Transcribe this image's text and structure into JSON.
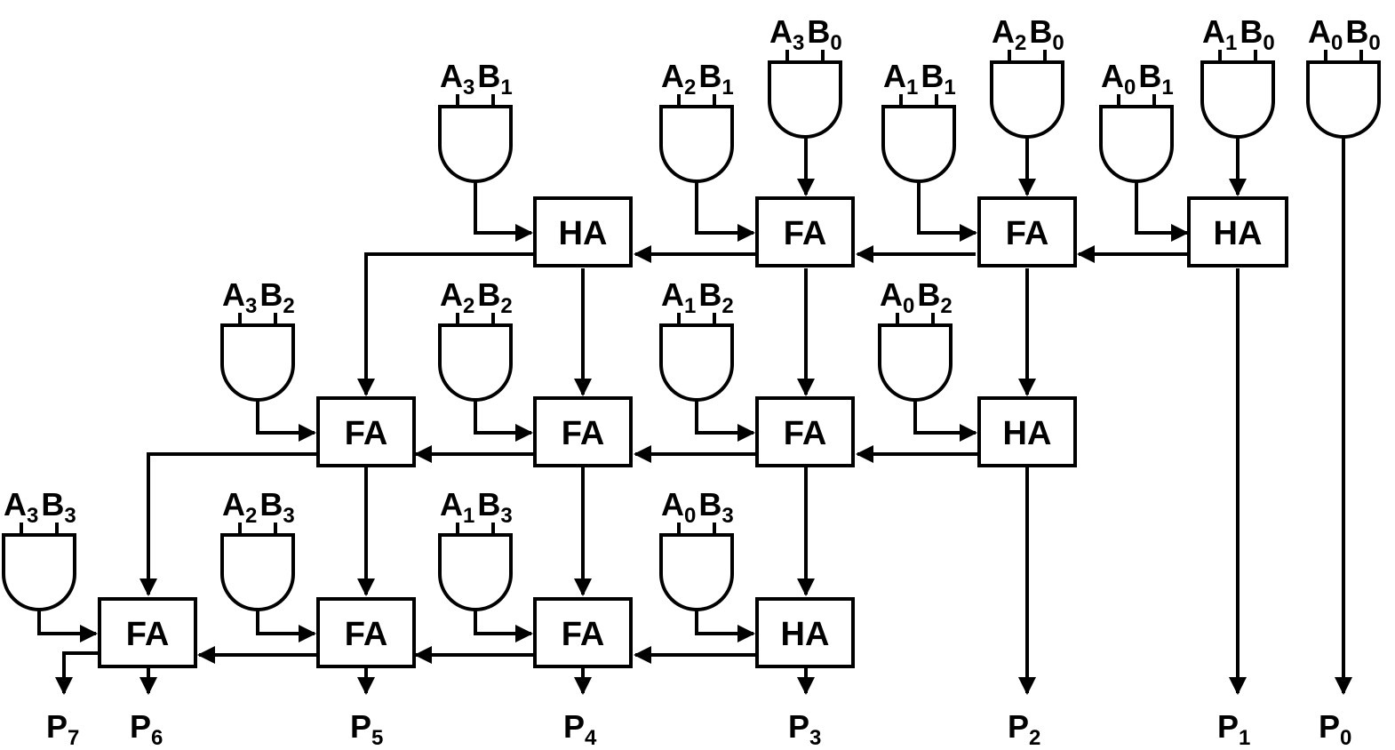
{
  "cells": [
    {
      "id": "r1c1",
      "label": "HA"
    },
    {
      "id": "r1c2",
      "label": "FA"
    },
    {
      "id": "r1c3",
      "label": "FA"
    },
    {
      "id": "r1c4",
      "label": "HA"
    },
    {
      "id": "r2c1",
      "label": "FA"
    },
    {
      "id": "r2c2",
      "label": "FA"
    },
    {
      "id": "r2c3",
      "label": "FA"
    },
    {
      "id": "r2c4",
      "label": "HA"
    },
    {
      "id": "r3c1",
      "label": "FA"
    },
    {
      "id": "r3c2",
      "label": "FA"
    },
    {
      "id": "r3c3",
      "label": "FA"
    },
    {
      "id": "r3c4",
      "label": "HA"
    }
  ],
  "gates": [
    {
      "a": "A",
      "ai": "3",
      "b": "B",
      "bi": "0"
    },
    {
      "a": "A",
      "ai": "2",
      "b": "B",
      "bi": "0"
    },
    {
      "a": "A",
      "ai": "1",
      "b": "B",
      "bi": "0"
    },
    {
      "a": "A",
      "ai": "0",
      "b": "B",
      "bi": "0"
    },
    {
      "a": "A",
      "ai": "3",
      "b": "B",
      "bi": "1"
    },
    {
      "a": "A",
      "ai": "2",
      "b": "B",
      "bi": "1"
    },
    {
      "a": "A",
      "ai": "1",
      "b": "B",
      "bi": "1"
    },
    {
      "a": "A",
      "ai": "0",
      "b": "B",
      "bi": "1"
    },
    {
      "a": "A",
      "ai": "3",
      "b": "B",
      "bi": "2"
    },
    {
      "a": "A",
      "ai": "2",
      "b": "B",
      "bi": "2"
    },
    {
      "a": "A",
      "ai": "1",
      "b": "B",
      "bi": "2"
    },
    {
      "a": "A",
      "ai": "0",
      "b": "B",
      "bi": "2"
    },
    {
      "a": "A",
      "ai": "3",
      "b": "B",
      "bi": "3"
    },
    {
      "a": "A",
      "ai": "2",
      "b": "B",
      "bi": "3"
    },
    {
      "a": "A",
      "ai": "1",
      "b": "B",
      "bi": "3"
    },
    {
      "a": "A",
      "ai": "0",
      "b": "B",
      "bi": "3"
    }
  ],
  "outputs": [
    {
      "name": "P",
      "sub": "7"
    },
    {
      "name": "P",
      "sub": "6"
    },
    {
      "name": "P",
      "sub": "5"
    },
    {
      "name": "P",
      "sub": "4"
    },
    {
      "name": "P",
      "sub": "3"
    },
    {
      "name": "P",
      "sub": "2"
    },
    {
      "name": "P",
      "sub": "1"
    },
    {
      "name": "P",
      "sub": "0"
    }
  ]
}
